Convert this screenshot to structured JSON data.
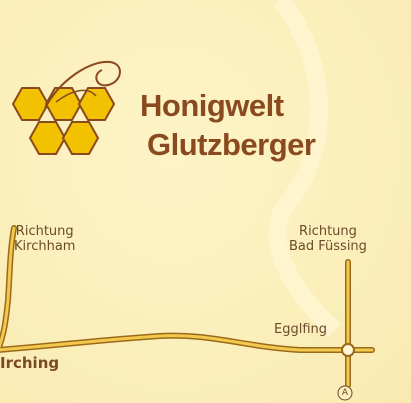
{
  "brand": {
    "line1": "Honigwelt",
    "line2": "Glutzberger",
    "logo": "honeycomb-bee-icon"
  },
  "map": {
    "labels": {
      "kirchham": [
        "Richtung",
        "Kirchham"
      ],
      "bad_fuessing": [
        "Richtung",
        "Bad Füssing"
      ],
      "egglfing": "Egglfing",
      "irching": "Irching",
      "motorway_marker": "A"
    }
  },
  "colors": {
    "background": "#fbefbb",
    "road_fill": "#f2c94c",
    "road_outline": "#9a6a1a",
    "brand_text": "#8a4a1f",
    "hex_fill": "#f2c200",
    "hex_outline": "#8a4a1f"
  }
}
